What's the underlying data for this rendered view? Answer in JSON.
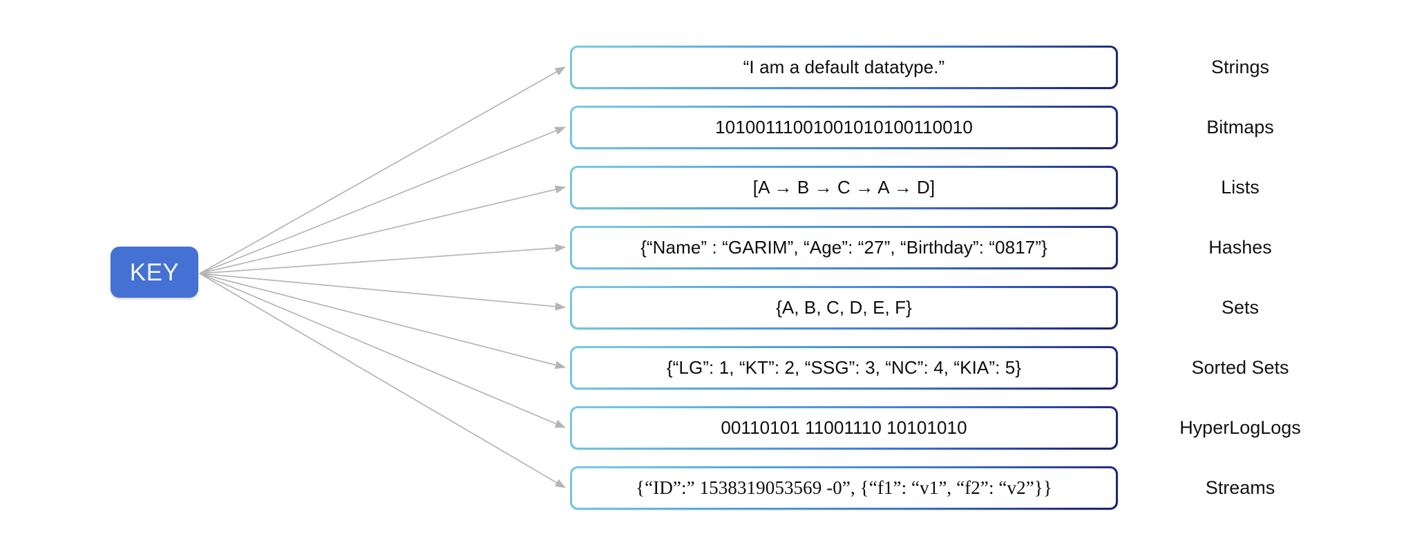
{
  "diagram": {
    "key_node": {
      "label": "KEY",
      "fill_color": "#4471d3",
      "text_color": "#f2f7ff"
    },
    "box_border_gradient": {
      "from": "#79cbe0",
      "mid": "#4a90dd",
      "to": "#1f2a7c"
    },
    "arrow_color": "#b3b3b3",
    "rows": [
      {
        "value": "“I am a default datatype.”",
        "type_label": "Strings",
        "serif": false
      },
      {
        "value": "10100111001001010100110010",
        "type_label": "Bitmaps",
        "serif": false
      },
      {
        "value": "[A → B → C → A → D]",
        "type_label": "Lists",
        "serif": false
      },
      {
        "value": "{“Name” : “GARIM”, “Age”: “27”, “Birthday”: “0817”}",
        "type_label": "Hashes",
        "serif": false
      },
      {
        "value": "{A, B, C, D, E, F}",
        "type_label": "Sets",
        "serif": false
      },
      {
        "value": "{“LG”: 1, “KT”: 2, “SSG”: 3, “NC”: 4, “KIA”: 5}",
        "type_label": "Sorted Sets",
        "serif": false
      },
      {
        "value": "00110101 11001110 10101010",
        "type_label": "HyperLogLogs",
        "serif": false
      },
      {
        "value": "{“ID”:” 1538319053569 -0”, {“f1”: “v1”, “f2”: “v2”}}",
        "type_label": "Streams",
        "serif": true
      }
    ]
  }
}
